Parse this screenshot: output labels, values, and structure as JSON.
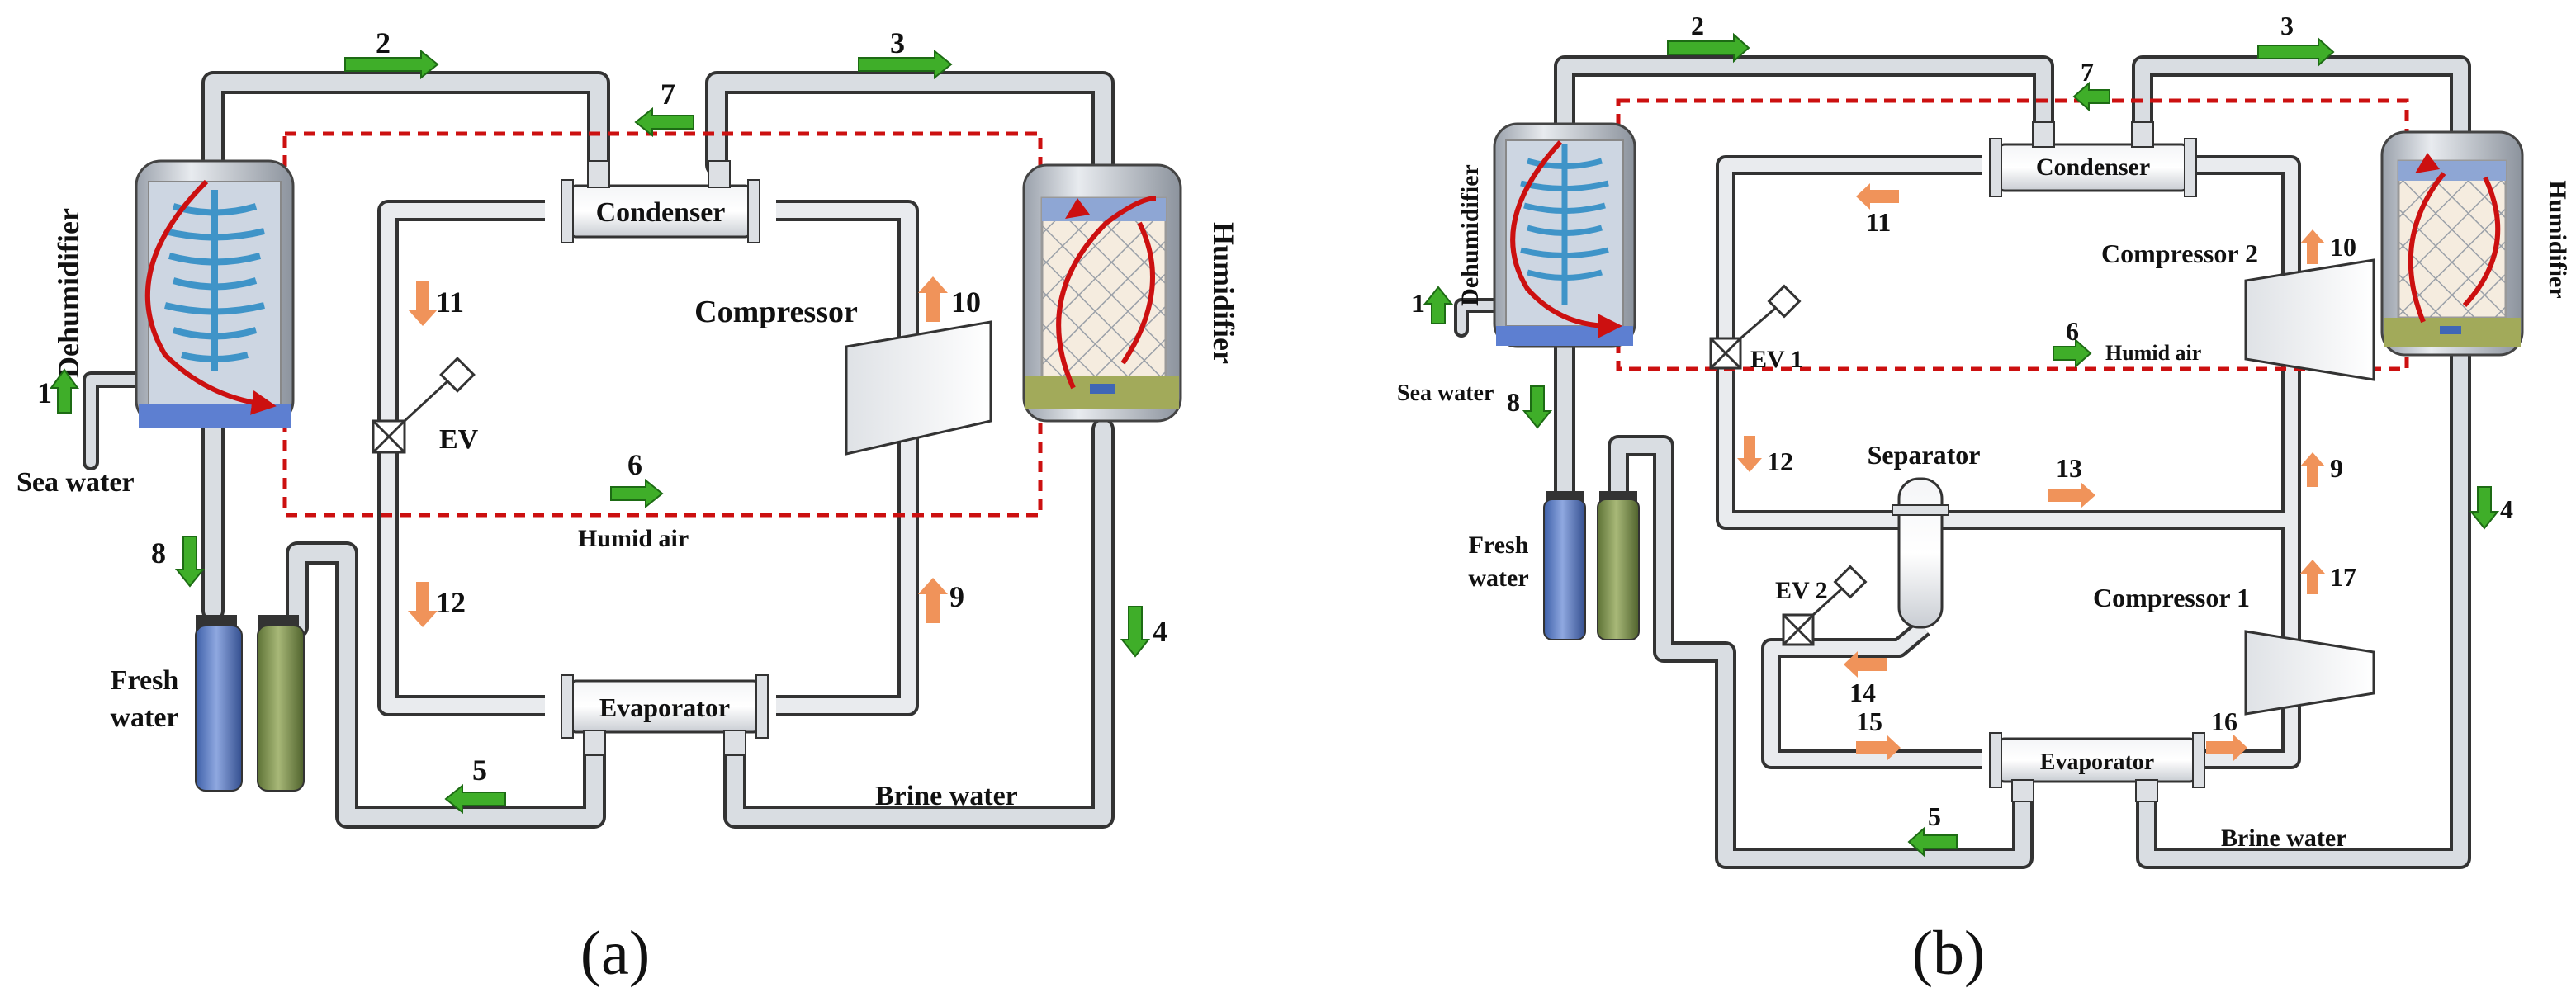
{
  "panel_a": {
    "caption": "(a)",
    "dehumidifier": "Dehumidifier",
    "humidifier": "Humidifier",
    "condenser": "Condenser",
    "evaporator": "Evaporator",
    "compressor": "Compressor",
    "ev": "EV",
    "sea_water": "Sea water",
    "fresh_water_1": "Fresh",
    "fresh_water_2": "water",
    "humid_air": "Humid air",
    "brine_water": "Brine water",
    "states": {
      "s1": "1",
      "s2": "2",
      "s3": "3",
      "s4": "4",
      "s5": "5",
      "s6": "6",
      "s7": "7",
      "s8": "8",
      "s9": "9",
      "s10": "10",
      "s11": "11",
      "s12": "12"
    }
  },
  "panel_b": {
    "caption": "(b)",
    "dehumidifier": "Dehumidifier",
    "humidifier": "Humidifier",
    "condenser": "Condenser",
    "evaporator": "Evaporator",
    "compressor1": "Compressor 1",
    "compressor2": "Compressor 2",
    "separator": "Separator",
    "ev1": "EV 1",
    "ev2": "EV 2",
    "sea_water": "Sea water",
    "fresh_water_1": "Fresh",
    "fresh_water_2": "water",
    "humid_air": "Humid air",
    "brine_water": "Brine water",
    "states": {
      "s1": "1",
      "s2": "2",
      "s3": "3",
      "s4": "4",
      "s5": "5",
      "s6": "6",
      "s7": "7",
      "s8": "8",
      "s9": "9",
      "s10": "10",
      "s11": "11",
      "s12": "12",
      "s13": "13",
      "s14": "14",
      "s15": "15",
      "s16": "16",
      "s17": "17"
    }
  },
  "colors": {
    "water_arrow": "#3fae29",
    "refrigerant_arrow": "#f0935a",
    "air_loop": "#cc1010",
    "pipe": "#cfd3d8",
    "pipe_edge": "#333333"
  }
}
